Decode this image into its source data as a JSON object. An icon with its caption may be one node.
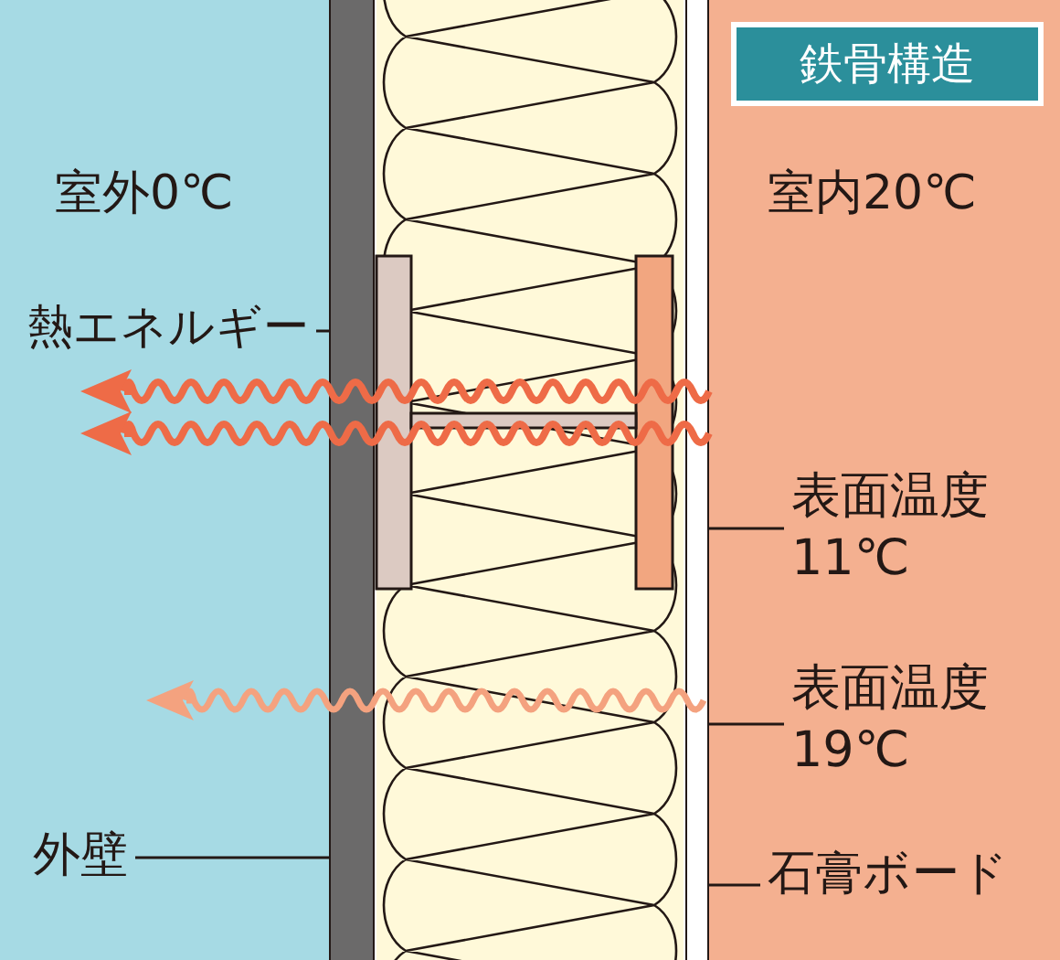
{
  "diagram": {
    "nodes": [
      {
        "text": [
          "鉄骨構造"
        ]
      },
      {
        "text": [
          "熱エネルギー"
        ]
      },
      {
        "text": [
          "表面温度11℃"
        ]
      },
      {
        "text": [
          "表面温度19℃"
        ]
      },
      {
        "text": [
          "外壁"
        ]
      },
      {
        "text": [
          "石膏ボード"
        ]
      },
      {
        "text": [],
        "shape": "bar"
      },
      {
        "text": [],
        "shape": "bar"
      }
    ],
    "edges": [
      {
        "from": 1,
        "to": 6,
        "arrow": "none"
      },
      {
        "from": 2,
        "to": 7,
        "arrow": "none"
      },
      {
        "from": 3,
        "to": 7,
        "arrow": "none"
      },
      {
        "from": 4,
        "to": 6,
        "arrow": "none"
      },
      {
        "from": 5,
        "to": 7,
        "arrow": "none"
      }
    ],
    "labels": [
      "室外0℃",
      "室内20℃"
    ]
  }
}
